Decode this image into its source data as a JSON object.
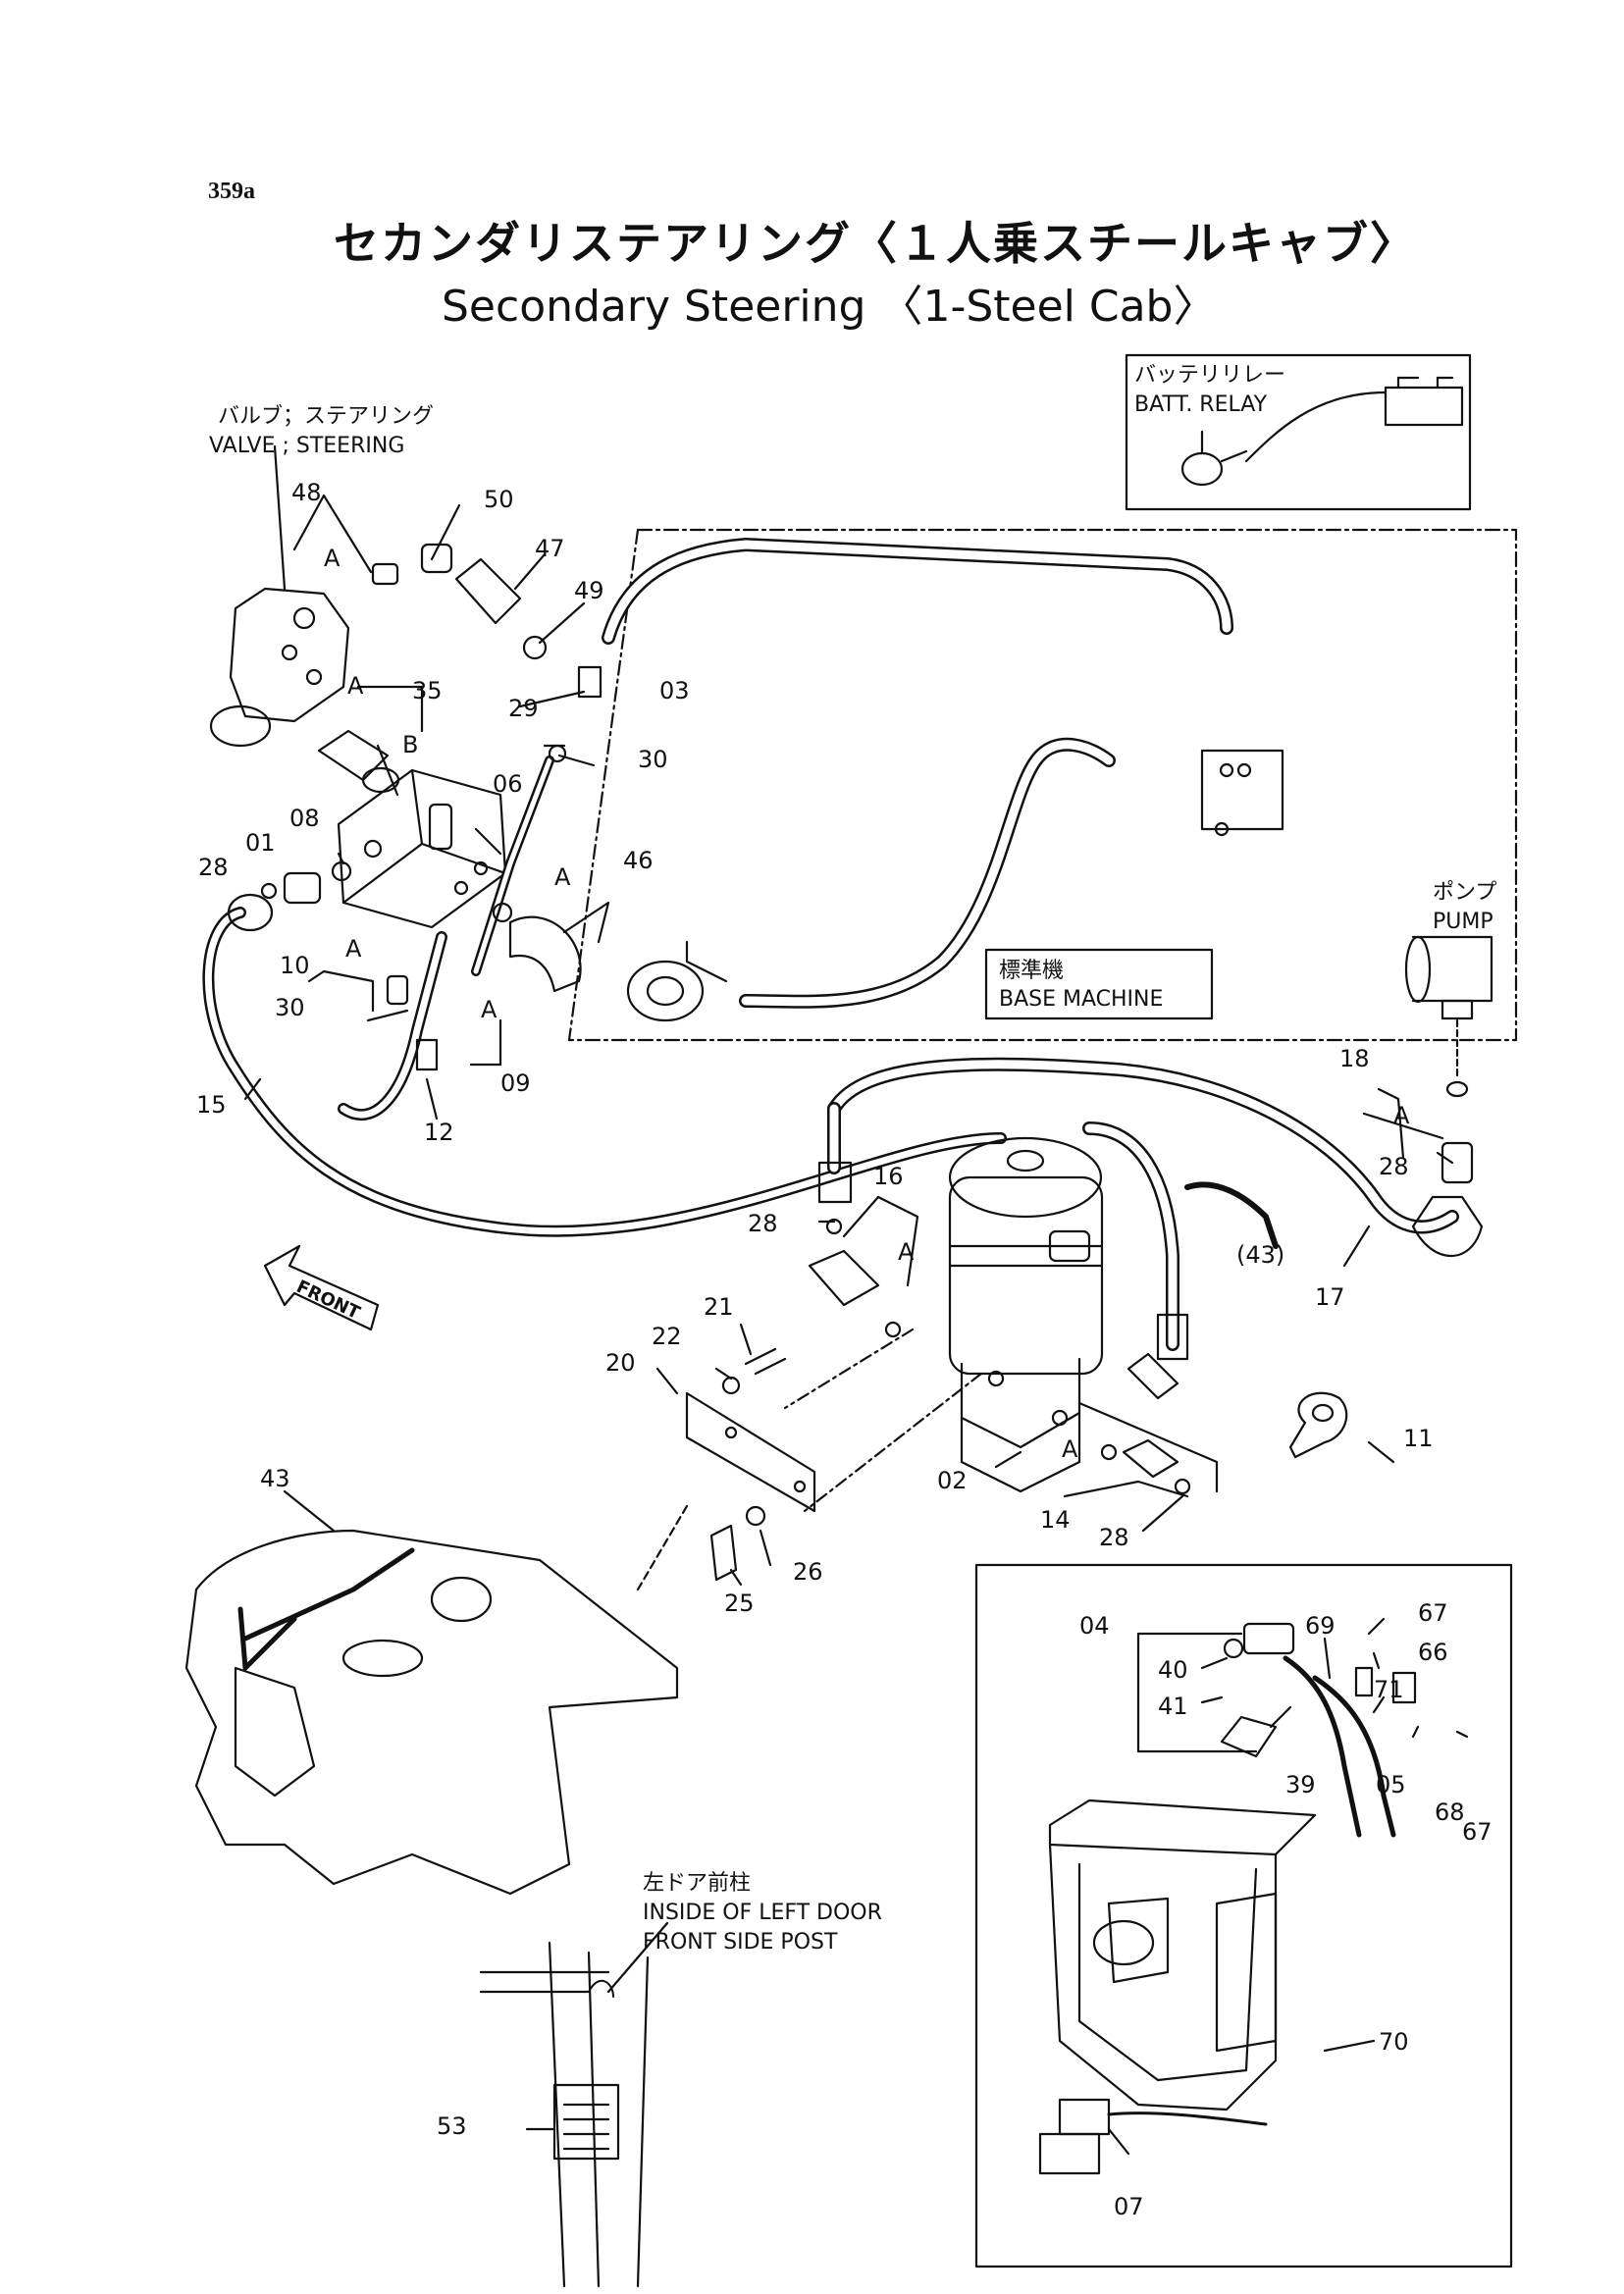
{
  "page_number": "359a",
  "title_jp": "セカンダリステアリング〈１人乗スチールキャブ〉",
  "title_en": "Secondary Steering 〈1-Steel Cab〉",
  "labels": {
    "valve_jp": "バルブ；ステアリング",
    "valve_en": "VALVE ; STEERING",
    "relay_jp": "バッテリリレー",
    "relay_en": "BATT. RELAY",
    "pump_jp": "ポンプ",
    "pump_en": "PUMP",
    "base_jp": "標準機",
    "base_en": "BASE MACHINE",
    "front": "FRONT",
    "door_jp": "左ドア前柱",
    "door_en1": "INSIDE OF LEFT DOOR",
    "door_en2": "FRONT SIDE POST"
  },
  "part_numbers": {
    "p48": "48",
    "p50": "50",
    "p47": "47",
    "p49": "49",
    "p35": "35",
    "p03": "03",
    "p29": "29",
    "p30a": "30",
    "p06": "06",
    "p08": "08",
    "p01": "01",
    "p28a": "28",
    "p46": "46",
    "p10": "10",
    "p30b": "30",
    "p09": "09",
    "p15": "15",
    "p12": "12",
    "p18": "18",
    "p28b": "28",
    "p16": "16",
    "p28c": "28",
    "p43a": "(43)",
    "p17": "17",
    "p21": "21",
    "p22": "22",
    "p20": "20",
    "p02": "02",
    "p14": "14",
    "p28d": "28",
    "p11": "11",
    "p43b": "43",
    "p25": "25",
    "p26": "26",
    "p04": "04",
    "p69": "69",
    "p67a": "67",
    "p66": "66",
    "p40": "40",
    "p71": "71",
    "p41": "41",
    "p39": "39",
    "p05": "05",
    "p68": "68",
    "p67b": "67",
    "p70": "70",
    "p53": "53",
    "p07": "07"
  },
  "letters": {
    "a1": "A",
    "a2": "A",
    "b1": "B",
    "a3": "A",
    "a4": "A",
    "a5": "A",
    "a6": "A",
    "a7": "A",
    "a8": "A"
  }
}
